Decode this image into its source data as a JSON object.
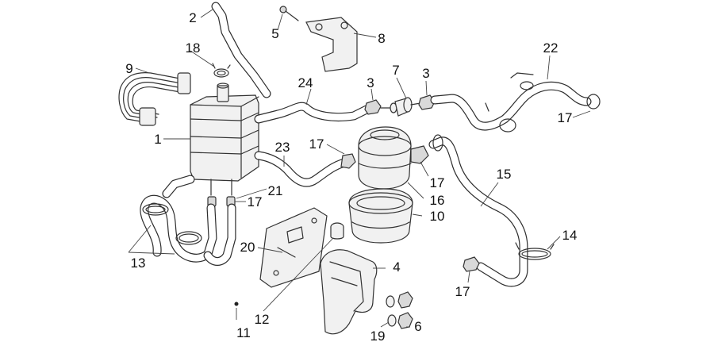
{
  "callouts": {
    "c1": "1",
    "c2": "2",
    "c3a": "3",
    "c3b": "3",
    "c4": "4",
    "c5": "5",
    "c6": "6",
    "c7": "7",
    "c8": "8",
    "c9": "9",
    "c10": "10",
    "c11": "11",
    "c12": "12",
    "c13": "13",
    "c14": "14",
    "c15": "15",
    "c16": "16",
    "c17a": "17",
    "c17b": "17",
    "c17c": "17",
    "c17d": "17",
    "c17e": "17",
    "c18": "18",
    "c19": "19",
    "c20": "20",
    "c21": "21",
    "c22": "22",
    "c23": "23",
    "c24": "24"
  }
}
